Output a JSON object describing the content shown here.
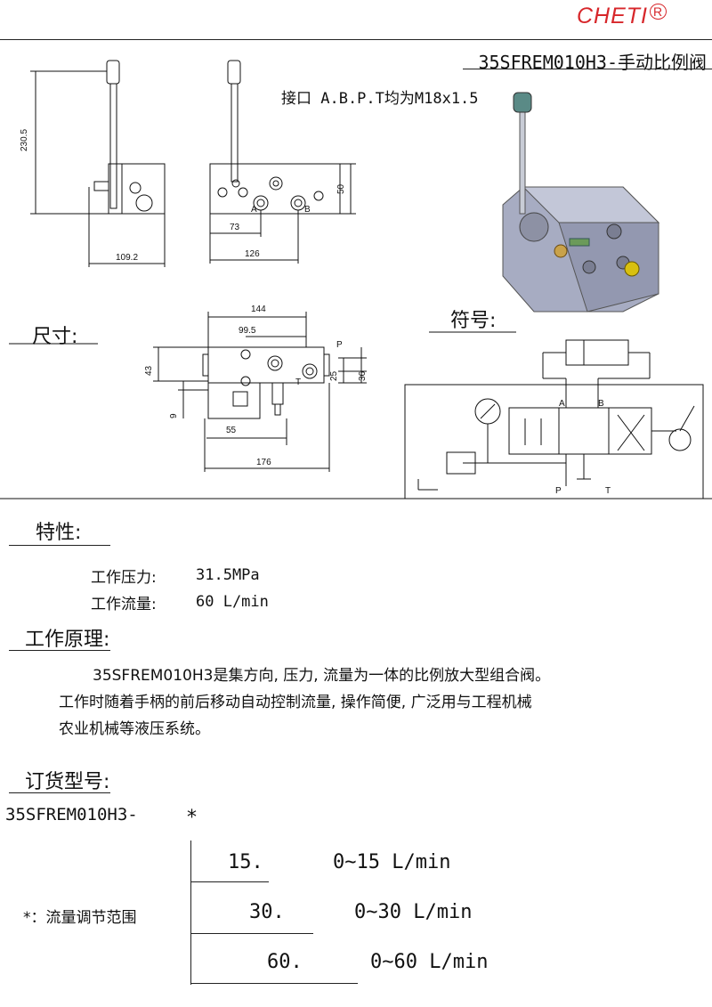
{
  "header": {
    "brand": "CHETI",
    "brand_mark": "R",
    "title": "35SFREM010H3-手动比例阀"
  },
  "ports_note": "接口 A.B.P.T均为M18x1.5",
  "drawing": {
    "dims_top": {
      "height": "230.5",
      "width_left": "109.2",
      "d73": "73",
      "d126": "126",
      "d50": "50"
    },
    "port_labels": {
      "A": "A",
      "B": "B",
      "P": "P",
      "T": "T"
    },
    "dims_bottom": {
      "d144": "144",
      "d99_5": "99.5",
      "d43": "43",
      "d9": "9",
      "d55": "55",
      "d176": "176",
      "d25": "25",
      "d36": "36"
    }
  },
  "sections": {
    "size": "尺寸:",
    "symbol": "符号:",
    "features": "特性:",
    "principle": "工作原理:",
    "order": "订货型号:"
  },
  "features": {
    "pressure_label": "工作压力:",
    "pressure_value": "31.5MPa",
    "flow_label": "工作流量:",
    "flow_value": "60  L/min"
  },
  "principle": {
    "line1": "35SFREM010H3是集方向, 压力, 流量为一体的比例放大型组合阀。",
    "line2": "工作时随着手柄的前后移动自动控制流量, 操作简便, 广泛用与工程机械",
    "line3": "农业机械等液压系统。"
  },
  "order": {
    "model": "35SFREM010H3-",
    "star": "*",
    "range_label": "*：流量调节范围",
    "options": [
      {
        "code": "15.",
        "range": "0~15 L/min"
      },
      {
        "code": "30.",
        "range": "0~30 L/min"
      },
      {
        "code": "60.",
        "range": "0~60 L/min"
      }
    ]
  },
  "colors": {
    "brand_red": "#d7262a",
    "ink": "#111111",
    "valve_grey": "#a7acc2"
  }
}
